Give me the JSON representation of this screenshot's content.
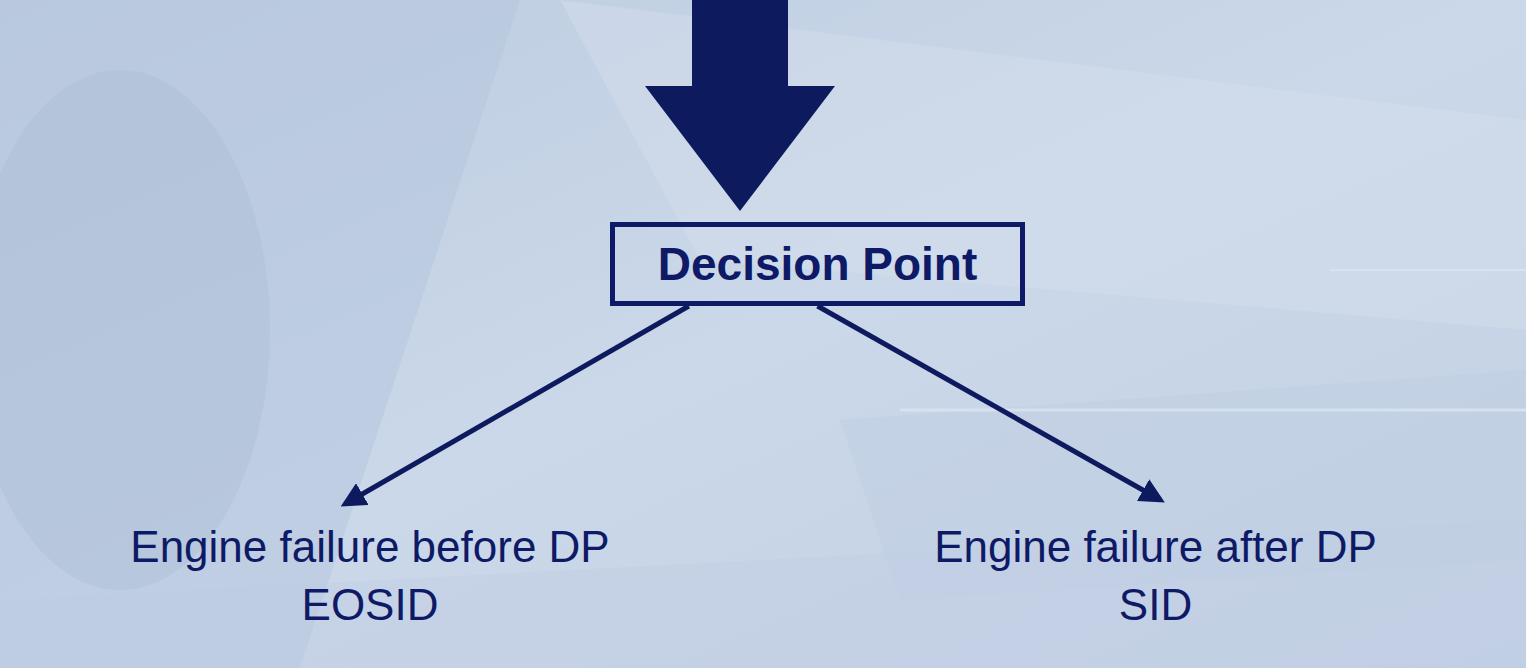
{
  "diagram": {
    "nodes": [
      {
        "text": [
          "Decision Point"
        ]
      },
      {
        "text": [
          "Engine failure before DP",
          "EOSID"
        ]
      },
      {
        "text": [
          "Engine failure after DP",
          "SID"
        ]
      }
    ],
    "edges": [
      {
        "from": 0,
        "to": 1,
        "arrow": "to"
      },
      {
        "from": 0,
        "to": 2,
        "arrow": "to"
      }
    ]
  }
}
